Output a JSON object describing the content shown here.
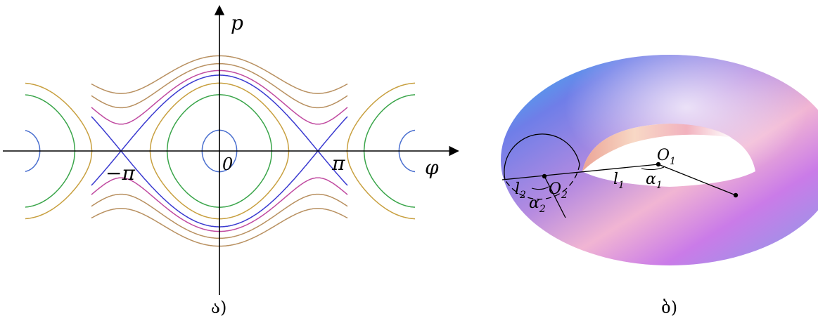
{
  "phase_portrait": {
    "axis_labels": {
      "x": "φ",
      "y": "p"
    },
    "tick_labels": {
      "neg_pi": "−π",
      "origin": "0",
      "pi": "π"
    },
    "caption": "ა)",
    "curve_colors": [
      "#4a6fcf",
      "#3aa54a",
      "#c8a040",
      "#c04aa0",
      "#3a3ad0",
      "#b89060"
    ]
  },
  "torus": {
    "labels": {
      "O1": "O",
      "O1_sub": "1",
      "O2": "O",
      "O2_sub": "2",
      "l1": "l",
      "l1_sub": "1",
      "l2": "l",
      "l2_sub": "2",
      "a1": "α",
      "a1_sub": "1",
      "a2": "α",
      "a2_sub": "2"
    },
    "caption": "ბ)"
  }
}
